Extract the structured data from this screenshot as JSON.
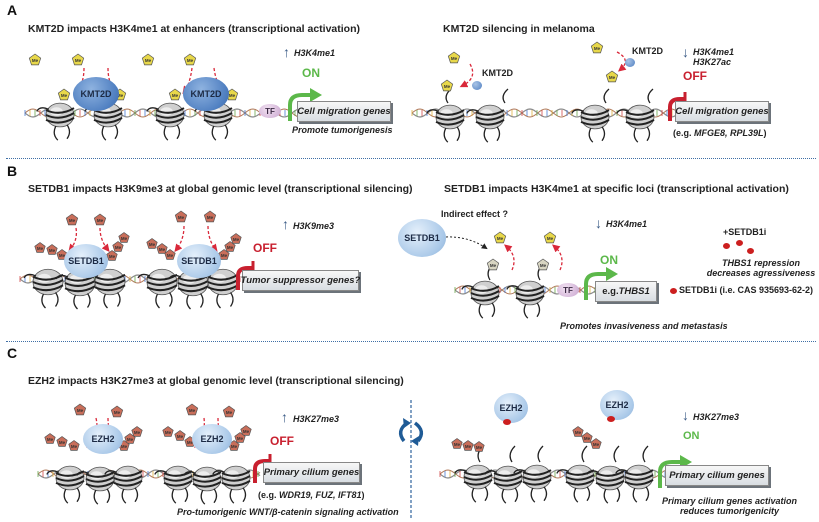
{
  "figure": {
    "colors": {
      "on_green": "#5cb84a",
      "off_red": "#c8202f",
      "arrow_blue": "#3b5b86",
      "divider_blue": "#3f6fa5",
      "me_yellow": "#e8d84a",
      "me_brown": "#c96e5a",
      "red_arrow": "#d9283a",
      "inhibitor_red": "#cc1f1f",
      "cycle_blue": "#1f5b96"
    },
    "panel_a": {
      "letter": "A",
      "left": {
        "title": "KMT2D impacts H3K4me1 at enhancers (transcriptional activation)",
        "enzyme": "KMT2D",
        "mark_direction": "up",
        "mark": "H3K4me1",
        "mark_icon": "up-arrow",
        "state": "ON",
        "tf": "TF",
        "gene": "Cell migration genes",
        "caption": "Promote tumorigenesis",
        "me_label": "Me"
      },
      "right": {
        "title": "KMT2D silencing in melanoma",
        "enzyme": "KMT2D",
        "mark_direction": "down",
        "marks": [
          "H3K4me1",
          "H3K27ac"
        ],
        "mark_icon": "down-arrow",
        "state": "OFF",
        "gene": "Cell migration genes",
        "example_prefix": "(e.g. ",
        "example_genes": "MFGE8, RPL39L",
        "example_suffix": ")"
      }
    },
    "panel_b": {
      "letter": "B",
      "left": {
        "title": "SETDB1 impacts H3K9me3 at global genomic level (transcriptional silencing)",
        "enzyme": "SETDB1",
        "mark_direction": "up",
        "mark": "H3K9me3",
        "state": "OFF",
        "gene": "Tumor suppressor genes?"
      },
      "right": {
        "title": "SETDB1 impacts H3K4me1 at specific loci (transcriptional activation)",
        "enzyme": "SETDB1",
        "indirect": "Indirect effect ?",
        "mark_direction": "down",
        "mark": "H3K4me1",
        "state": "ON",
        "tf": "TF",
        "gene_prefix": "e.g. ",
        "gene": "THBS1",
        "caption": "Promotes invasiveness and metastasis",
        "inhibitor": {
          "label": "+SETDB1i",
          "effect_gene": "THBS1",
          "effect_line1": " repression",
          "effect_line2": "decreases agressiveness",
          "legend": "SETDB1i (i.e. CAS 935693-62-2)"
        }
      }
    },
    "panel_c": {
      "letter": "C",
      "left": {
        "title": "EZH2 impacts H3K27me3 at global genomic level (transcriptional silencing)",
        "enzyme": "EZH2",
        "mark_direction": "up",
        "mark": "H3K27me3",
        "state": "OFF",
        "gene": "Primary cilium genes",
        "example_prefix": "(e.g. ",
        "example_genes": "WDR19, FUZ, IFT81",
        "example_suffix": ")",
        "caption": "Pro-tumorigenic WNT/β-catenin signaling activation"
      },
      "right": {
        "enzyme": "EZH2",
        "mark_direction": "down",
        "mark": "H3K27me3",
        "state": "ON",
        "gene": "Primary cilium genes",
        "caption_line1": "Primary cilium genes activation",
        "caption_line2": "reduces tumorigenicity"
      },
      "switch_icon": "cycle-arrows-icon"
    }
  }
}
